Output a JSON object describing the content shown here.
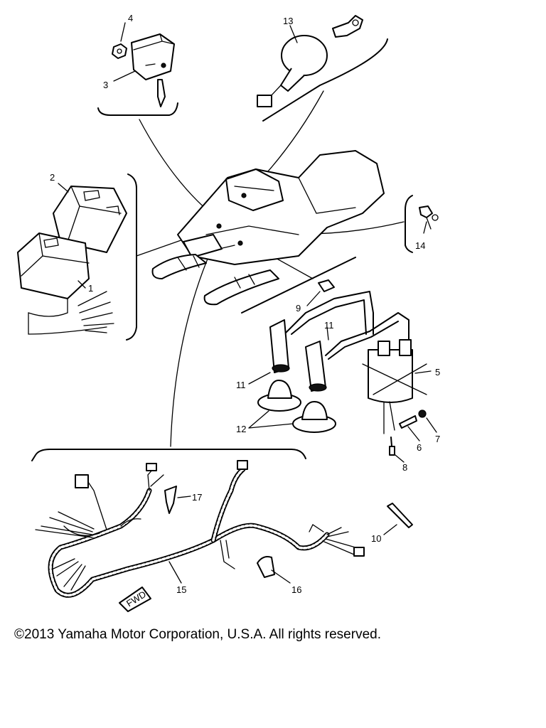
{
  "diagram": {
    "callouts": [
      "1",
      "2",
      "3",
      "4",
      "5",
      "6",
      "7",
      "8",
      "9",
      "10",
      "11",
      "11",
      "12",
      "13",
      "14",
      "15",
      "16",
      "17"
    ],
    "fwd_label": "FWD"
  },
  "footer": {
    "copyright": "©2013 Yamaha Motor Corporation, U.S.A. All rights reserved."
  }
}
